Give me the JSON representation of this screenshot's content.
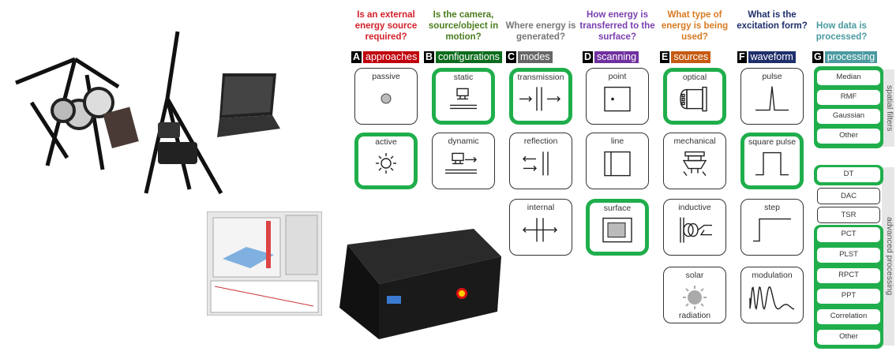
{
  "columns": [
    {
      "letter": "A",
      "label": "approaches",
      "question": "Is an external energy source required?",
      "color": "#c0000c",
      "qcolor": "#d4202a",
      "cards": [
        {
          "label": "passive",
          "icon": "dot-icon",
          "selected": false
        },
        {
          "label": "active",
          "icon": "sun-icon",
          "selected": true
        }
      ]
    },
    {
      "letter": "B",
      "label": "configurations",
      "question": "Is the camera, source/object in motion?",
      "color": "#0b6b1c",
      "qcolor": "#4b7d1e",
      "cards": [
        {
          "label": "static",
          "icon": "static-camera-icon",
          "selected": true
        },
        {
          "label": "dynamic",
          "icon": "moving-camera-icon",
          "selected": false
        }
      ]
    },
    {
      "letter": "C",
      "label": "modes",
      "question": "Where energy is generated?",
      "color": "#666666",
      "qcolor": "#777777",
      "cards": [
        {
          "label": "transmission",
          "icon": "transmission-icon",
          "selected": true
        },
        {
          "label": "reflection",
          "icon": "reflection-icon",
          "selected": false
        },
        {
          "label": "internal",
          "icon": "internal-icon",
          "selected": false
        }
      ]
    },
    {
      "letter": "D",
      "label": "scanning",
      "question": "How energy is transferred to the surface?",
      "color": "#7030a0",
      "qcolor": "#7a3fb0",
      "cards": [
        {
          "label": "point",
          "icon": "point-scan-icon",
          "selected": false
        },
        {
          "label": "line",
          "icon": "line-scan-icon",
          "selected": false
        },
        {
          "label": "surface",
          "icon": "surface-scan-icon",
          "selected": true
        }
      ]
    },
    {
      "letter": "E",
      "label": "sources",
      "question": "What type of energy is being used?",
      "color": "#c55a11",
      "qcolor": "#d87a20",
      "cards": [
        {
          "label": "optical",
          "icon": "lamp-icon",
          "selected": true
        },
        {
          "label": "mechanical",
          "icon": "vibrator-icon",
          "selected": false
        },
        {
          "label": "inductive",
          "icon": "coil-icon",
          "selected": false
        },
        {
          "label": "solar",
          "label2": "radiation",
          "icon": "solar-icon",
          "selected": false
        }
      ]
    },
    {
      "letter": "F",
      "label": "waveform",
      "question": "What is the excitation form?",
      "color": "#1f2f6b",
      "qcolor": "#1f2f6b",
      "cards": [
        {
          "label": "pulse",
          "icon": "pulse-wave-icon",
          "selected": false
        },
        {
          "label": "square pulse",
          "icon": "square-wave-icon",
          "selected": true
        },
        {
          "label": "step",
          "icon": "step-wave-icon",
          "selected": false
        },
        {
          "label": "modulation",
          "icon": "modulation-wave-icon",
          "selected": false
        }
      ]
    },
    {
      "letter": "G",
      "label": "processing",
      "question": "How data is processed?",
      "color": "#4a9aa0",
      "qcolor": "#4a9aa0",
      "cards": []
    }
  ],
  "processing": {
    "spatial_label": "spatial filters",
    "spatial": [
      {
        "label": "Median",
        "selected": true
      },
      {
        "label": "RMF",
        "selected": true
      },
      {
        "label": "Gaussian",
        "selected": true
      },
      {
        "label": "Other",
        "selected": true
      }
    ],
    "advanced_label": "advanced processing",
    "advanced": [
      {
        "label": "DT",
        "selected": true
      },
      {
        "label": "DAC",
        "selected": false
      },
      {
        "label": "TSR",
        "selected": false
      },
      {
        "label": "PCT",
        "selected": true
      },
      {
        "label": "PLST",
        "selected": true
      },
      {
        "label": "RPCT",
        "selected": true
      },
      {
        "label": "PPT",
        "selected": true
      },
      {
        "label": "Correlation",
        "selected": true
      },
      {
        "label": "Other",
        "selected": true
      }
    ]
  },
  "colors": {
    "selected": "#1fae4b"
  }
}
